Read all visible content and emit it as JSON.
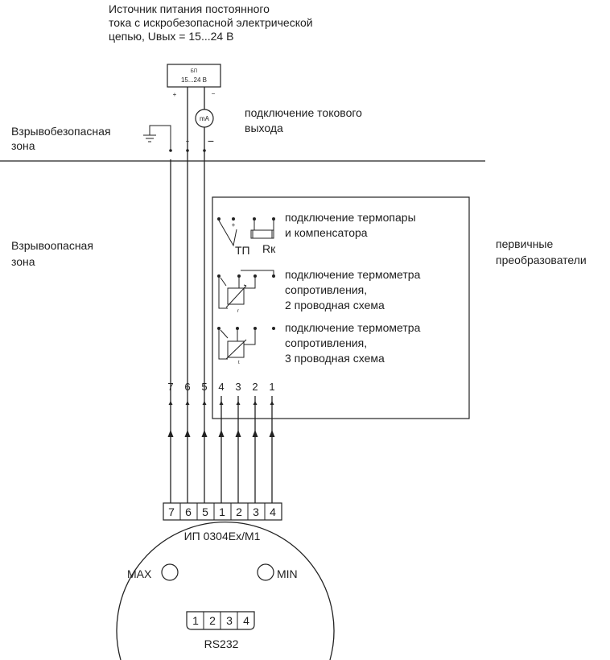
{
  "supply": {
    "caption_lines": [
      "Источник питания постоянного",
      "тока с искробезопасной электрической",
      "цепью, Uвых = 15...24 В"
    ],
    "box_top": "БП",
    "box_bottom": "15...24 В",
    "plus": "+",
    "minus": "−"
  },
  "current_output": {
    "meter": "mA",
    "lines": [
      "подключение токового",
      "выхода"
    ]
  },
  "zones": {
    "safe": [
      "Взрывобезопасная",
      "зона"
    ],
    "hazard": [
      "Взрывоопасная",
      "зона"
    ],
    "plus": "+",
    "minus": "−"
  },
  "sensors": {
    "side_label": [
      "первичные",
      "преобразователи"
    ],
    "thermocouple": {
      "lines": [
        "подключение термопары",
        "и компенсатора"
      ],
      "tp": "ТП",
      "rk": "Rк",
      "plus": "+"
    },
    "rtd2": {
      "lines": [
        "подключение термометра",
        "сопротивления,",
        "2 проводная схема"
      ]
    },
    "rtd3": {
      "lines": [
        "подключение термометра",
        "сопротивления,",
        "3 проводная схема"
      ]
    }
  },
  "wire_numbers": [
    "7",
    "6",
    "5",
    "4",
    "3",
    "2",
    "1"
  ],
  "device": {
    "terminals": [
      "7",
      "6",
      "5",
      "1",
      "2",
      "3",
      "4"
    ],
    "model": "ИП 0304Ex/M1",
    "max_label": "MAX",
    "min_label": "MIN",
    "rs232_pins": [
      "1",
      "2",
      "3",
      "4"
    ],
    "rs232_label": "RS232"
  }
}
